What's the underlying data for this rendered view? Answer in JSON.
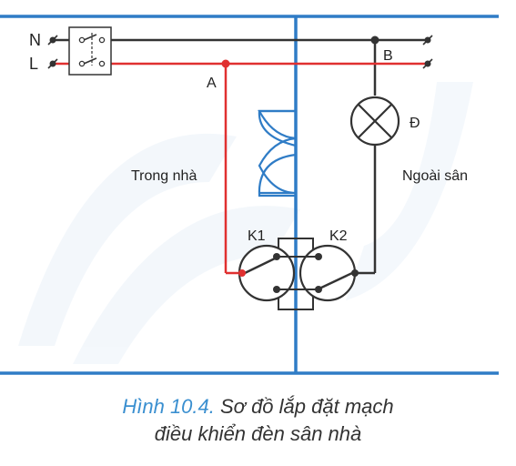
{
  "labels": {
    "n": "N",
    "l": "L",
    "a": "A",
    "b": "B",
    "lamp": "Đ",
    "k1": "K1",
    "k2": "K2",
    "indoor": "Trong nhà",
    "outdoor": "Ngoài sân"
  },
  "caption": {
    "figure": "Hình 10.4.",
    "line1_rest": " Sơ đồ lắp đặt mạch",
    "line2": "điều khiển đèn sân nhà"
  },
  "colors": {
    "wall": "#2f7cc6",
    "neutral_wire": "#333333",
    "live_wire": "#e03030",
    "bell": "#2f7cc6"
  }
}
